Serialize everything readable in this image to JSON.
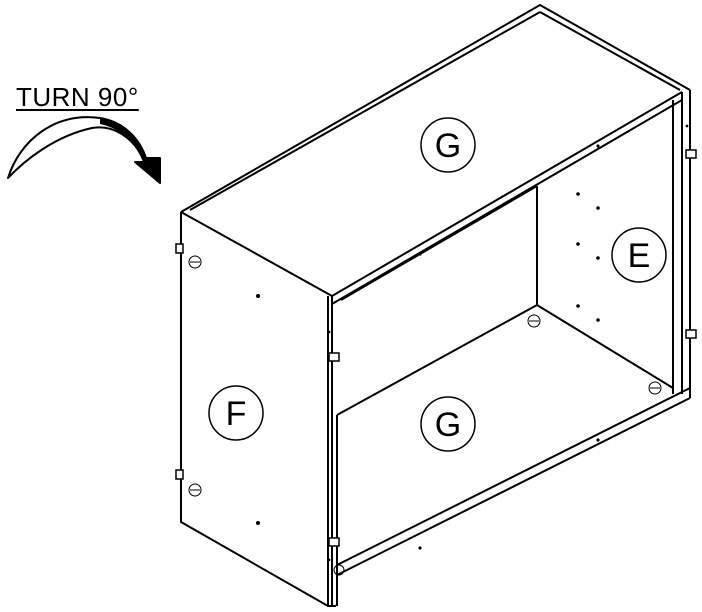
{
  "instruction": {
    "text": "TURN 90°"
  },
  "labels": {
    "top_panel": "G",
    "bottom_panel": "G",
    "side_panel_right": "E",
    "side_panel_left": "F"
  },
  "colors": {
    "ink": "#000000",
    "paper": "#ffffff"
  },
  "icons": {
    "rotate": "curved-arrow-icon"
  }
}
